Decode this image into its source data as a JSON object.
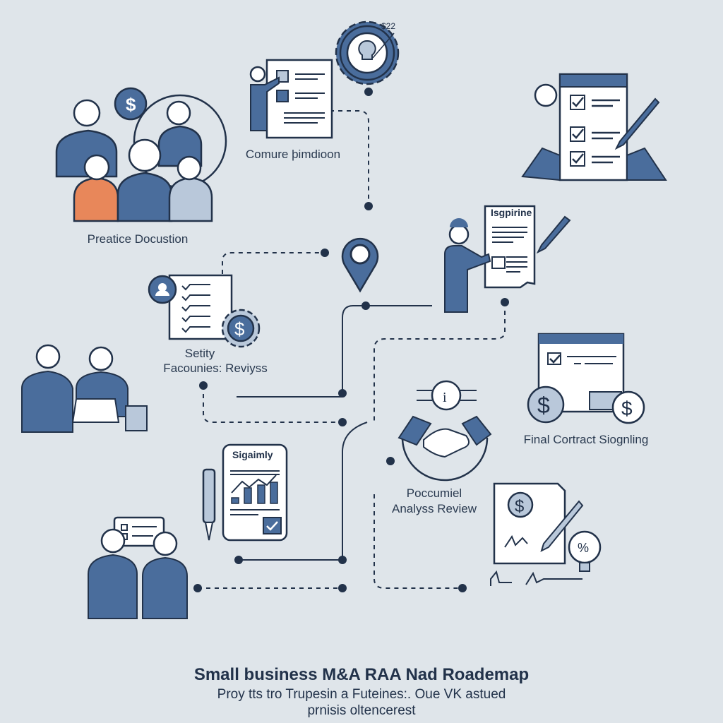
{
  "colors": {
    "background": "#dfe5ea",
    "navy": "#22324a",
    "blue": "#4a6d9c",
    "light_blue": "#b9c8da",
    "orange": "#e8875a",
    "paper": "#ffffff"
  },
  "steps": [
    {
      "label": "Preatice Docustion",
      "icon": "team-icon"
    },
    {
      "label": "Comure þimdioon",
      "icon": "presentation-document-icon"
    },
    {
      "label": "Setity",
      "label2": "Facounies: Reviyss",
      "icon": "checklist-dollar-gear-icon"
    },
    {
      "label": "Final Cortract Siognling",
      "icon": "contract-window-dollar-icon"
    },
    {
      "label": "Poccumiel",
      "label2": "Analyss Review",
      "icon": "handshake-icon"
    }
  ],
  "annotations": {
    "gear_price": "$22",
    "signing_doc_title": "Isgpirine",
    "report_doc_title": "Sigaimly"
  },
  "footer": {
    "title": "Small business M&A RAA Nad Roademap",
    "subtitle_line1": "Proy tts tro Trupesin a Futeines:. Oue VK astued",
    "subtitle_line2": "prnisis oltencerest"
  }
}
